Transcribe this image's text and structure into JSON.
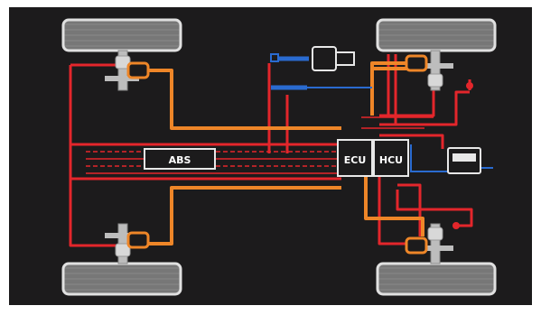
{
  "diagram": {
    "labels": {
      "abs": "ABS",
      "ecu": "ECU",
      "hcu": "HCU"
    },
    "colors": {
      "background": "#1c1b1c",
      "frame": "#ffffff",
      "brake_line": "#e8282c",
      "signal_line": "#f08a2a",
      "control_line": "#1f63c8",
      "component": "#222222",
      "component_outline": "#eeeeee",
      "tire_fill": "#7a7a7a",
      "tire_outline": "#dcdcdc"
    },
    "icons": [
      "tire-icon",
      "wheel-sensor-icon",
      "brake-caliper-icon",
      "master-cylinder-icon",
      "reservoir-icon",
      "pressure-sensor-icon"
    ]
  }
}
